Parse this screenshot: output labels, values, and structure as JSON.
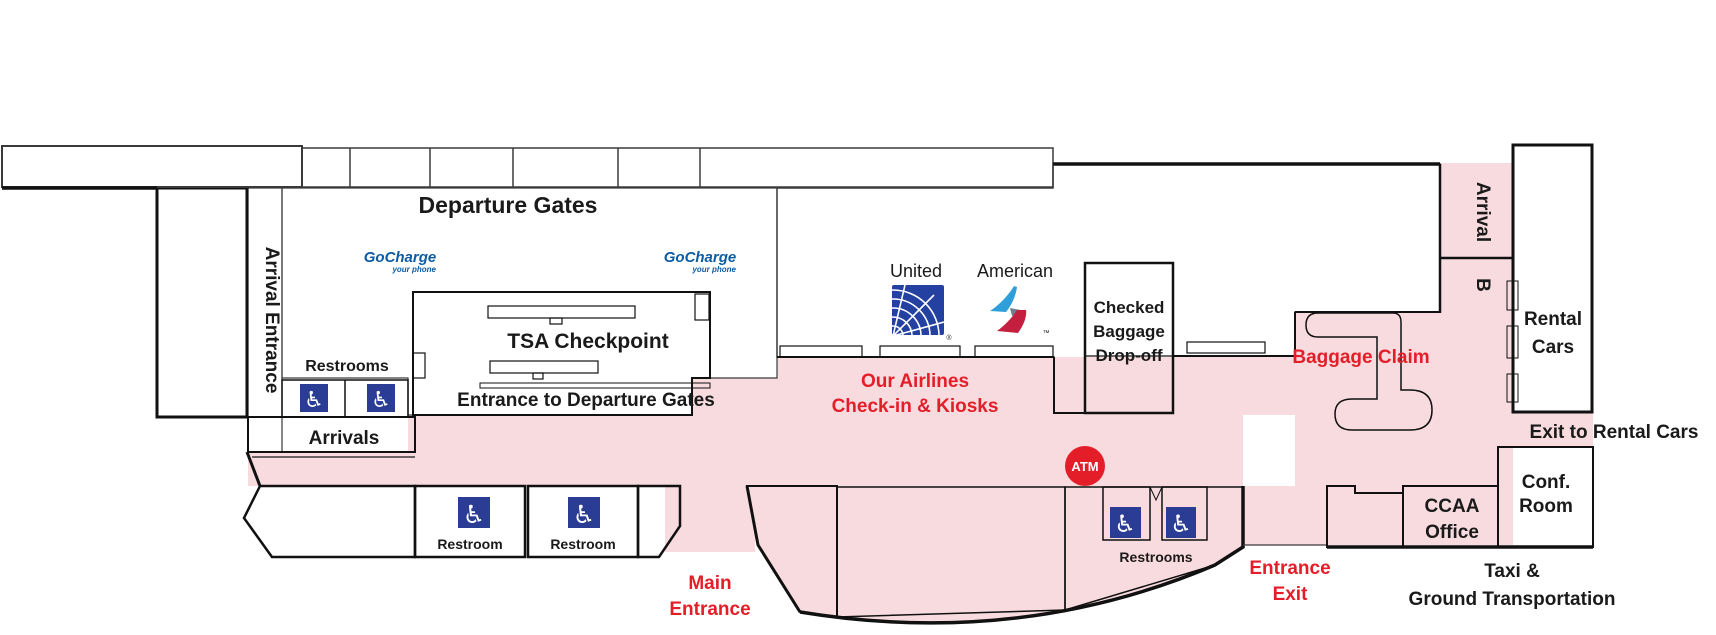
{
  "title": "Airport Terminal Map",
  "colors": {
    "pink_lobby": "#f8dbde",
    "blue_secure": "#dce8f5",
    "checked_box_blue": "#d9eaf7",
    "hall_beige": "#f1e8d0",
    "strip_beige": "#fbf5e1",
    "green_arrivals": "#eaf1db",
    "restroom_fill": "#eee1dd",
    "purple_block": "#dcd5e8",
    "yellow_office": "#fbf6c6",
    "red_accent": "#e31e29",
    "wheelchair_blue": "#2b3c95",
    "gocharge_blue": "#0d5ca3",
    "united_blue": "#2440a0",
    "american_blue": "#2e9fd8",
    "american_red": "#c41f3e",
    "wall_black": "#111111"
  },
  "map": {
    "concourse": {
      "departure_gates": "Departure Gates",
      "gocharge_brand": "GoCharge",
      "gocharge_tagline": "your phone"
    },
    "security": {
      "tsa": "TSA Checkpoint",
      "entrance": "Entrance to Departure Gates"
    },
    "arrivals_area": {
      "arrival_entrance": "Arrival Entrance",
      "restrooms": "Restrooms",
      "arrivals": "Arrivals"
    },
    "checkin": {
      "united": "United",
      "united_mark": "®",
      "american": "American",
      "american_mark": "™",
      "checked_baggage_lines": [
        "Checked",
        "Baggage",
        "Drop-off"
      ],
      "our_airlines_lines": [
        "Our Airlines",
        "Check-in & Kiosks"
      ]
    },
    "baggage": {
      "baggage_claim": "Baggage Claim",
      "arrival_b_line1": "Arrival",
      "arrival_b_line2": "B"
    },
    "east": {
      "rental_cars_lines": [
        "Rental",
        "Cars"
      ],
      "exit_to_rental_cars": "Exit to Rental Cars",
      "conf_room_lines": [
        "Conf.",
        "Room"
      ],
      "ccaa_office_lines": [
        "CCAA",
        "Office"
      ],
      "taxi_lines": [
        "Taxi &",
        "Ground Transportation"
      ]
    },
    "south": {
      "main_entrance_lines": [
        "Main",
        "Entrance"
      ],
      "entrance_exit_lines": [
        "Entrance",
        "Exit"
      ],
      "restroom_label": "Restroom",
      "restrooms_label": "Restrooms",
      "atm": "ATM"
    },
    "icons": {
      "wheelchair": "♿"
    }
  }
}
